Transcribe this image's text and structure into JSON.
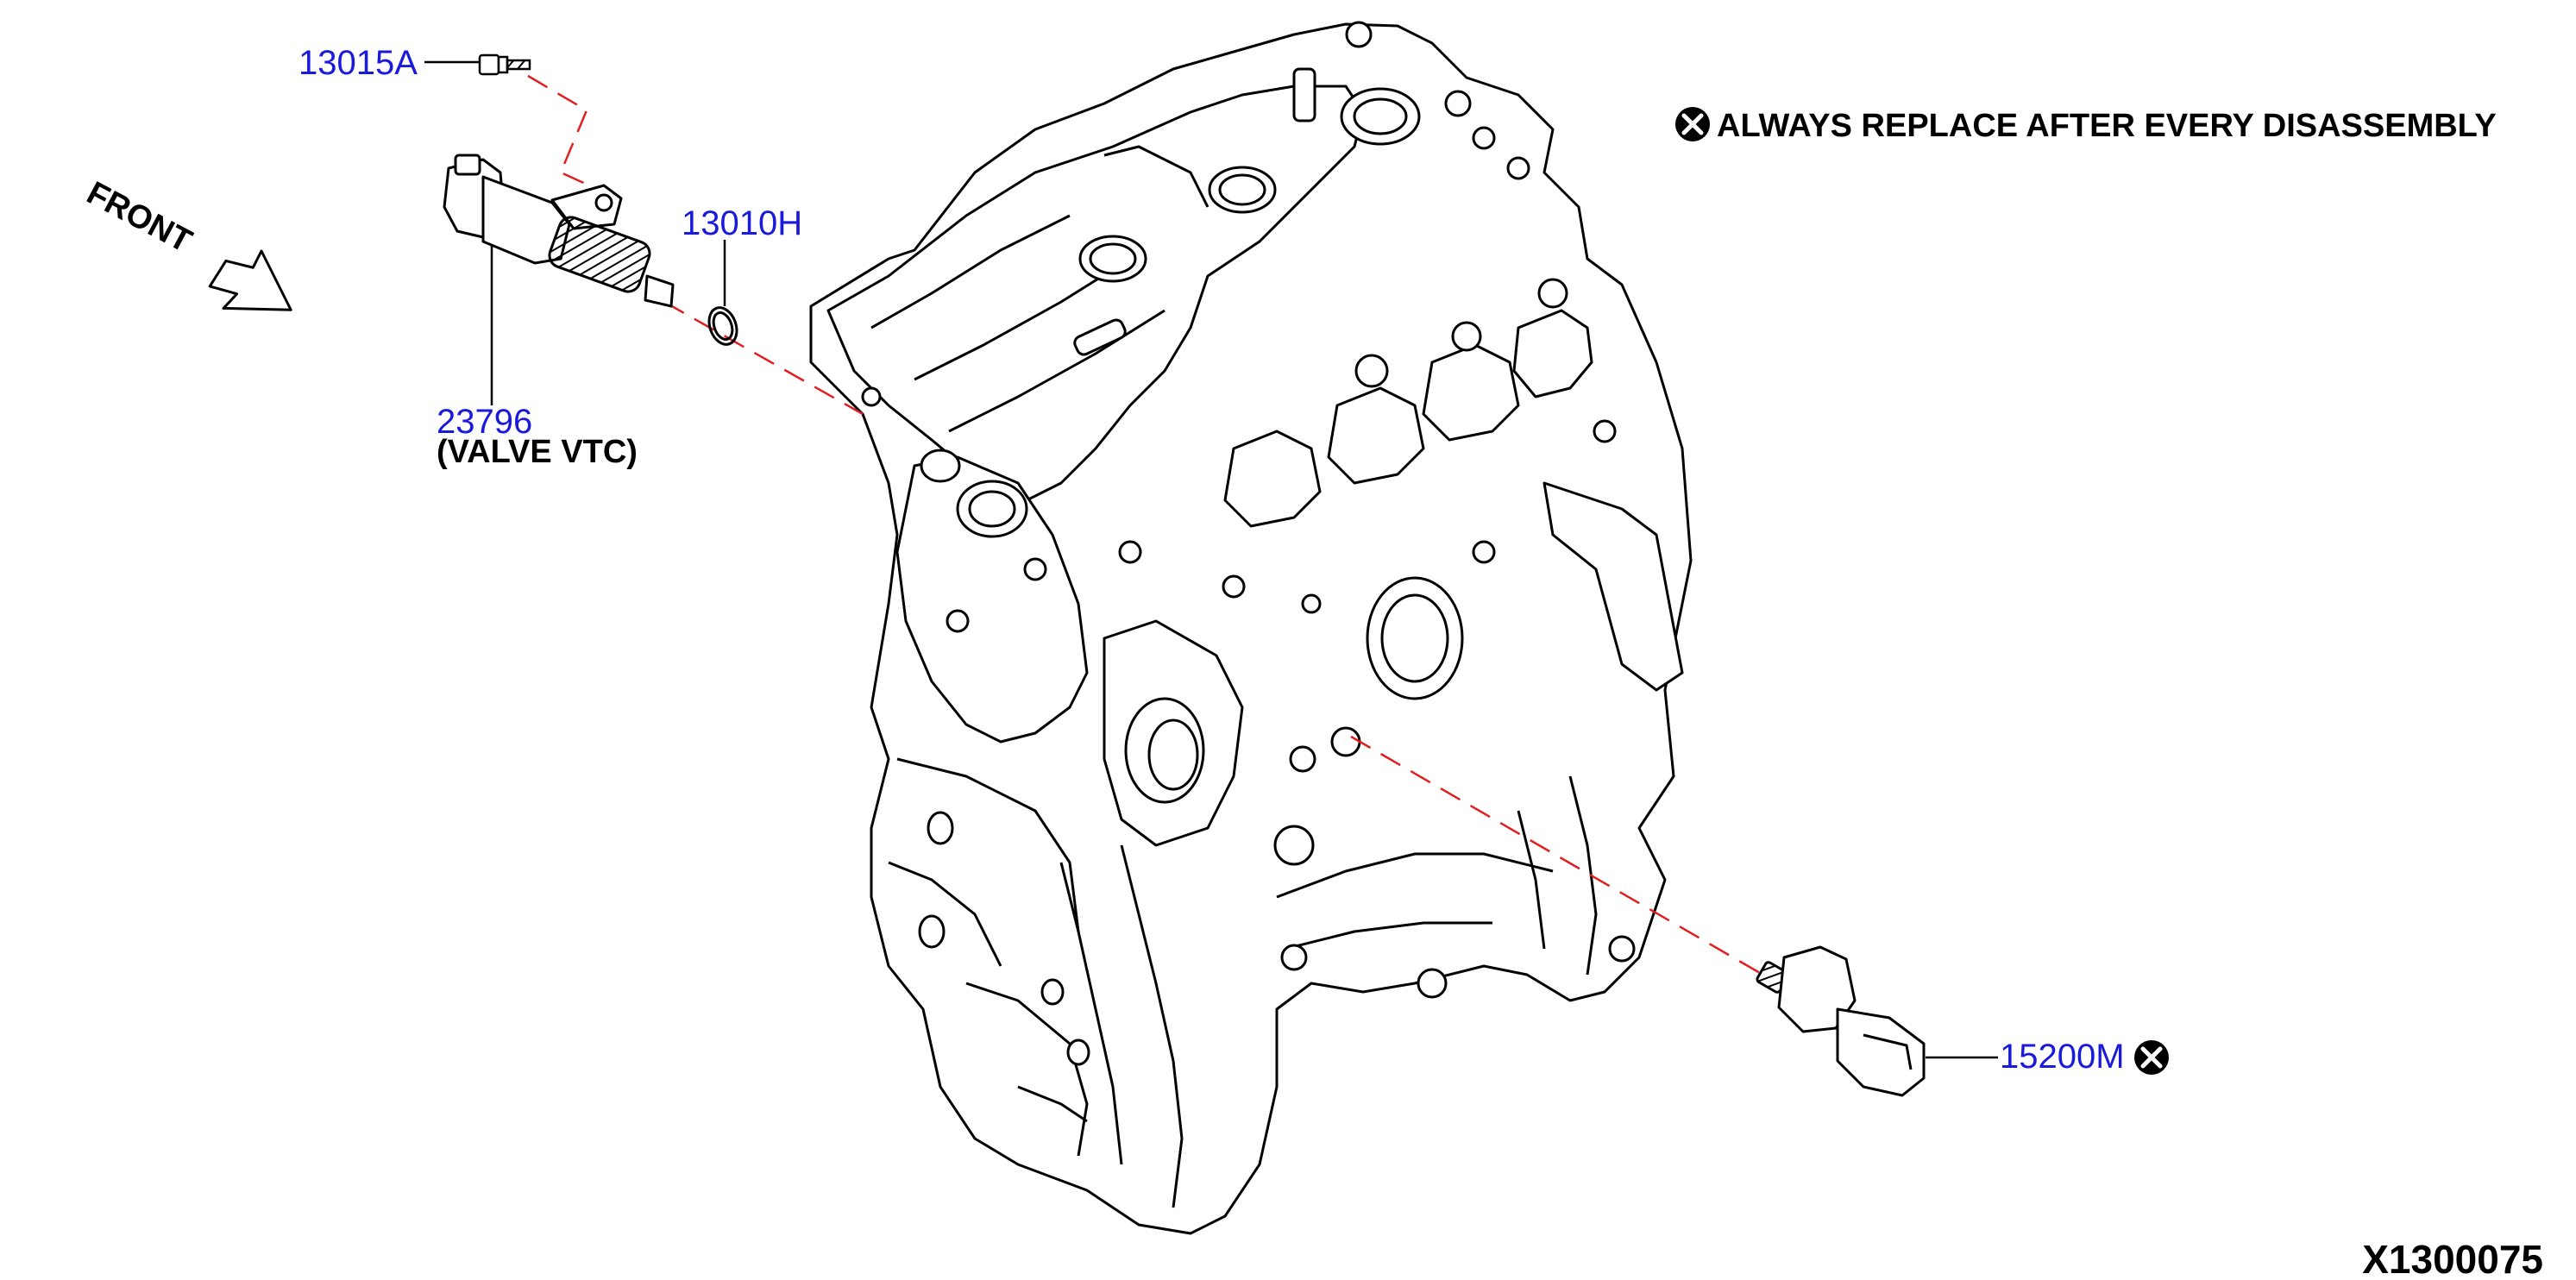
{
  "notice": {
    "icon": "replace-x-icon",
    "text": "ALWAYS REPLACE AFTER EVERY DISASSEMBLY"
  },
  "direction": {
    "label": "FRONT",
    "icon": "front-arrow-icon"
  },
  "callouts": {
    "bolt": "13015A",
    "o_ring": "13010H",
    "valve": "23796",
    "valve_name": "(VALVE VTC)",
    "sensor": "15200M",
    "sensor_icon": "replace-x-icon"
  },
  "illustration_id": "X1300075",
  "colors": {
    "callout": "#1a1adb",
    "leader": "#e02020",
    "line": "#000000"
  }
}
